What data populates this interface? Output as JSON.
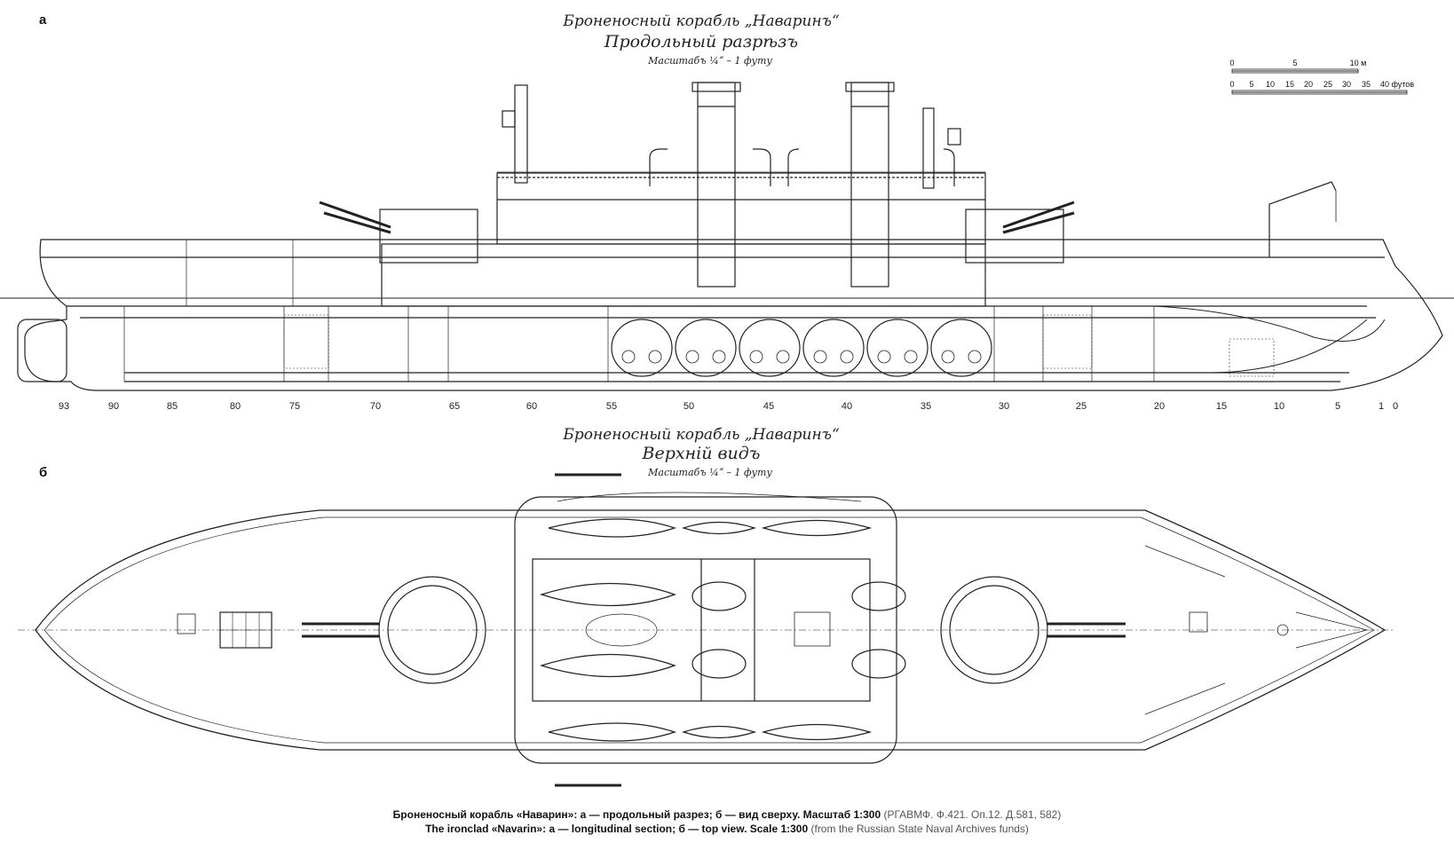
{
  "panels": {
    "a": {
      "letter": "а",
      "title_line1": "Броненосный корабль „Наваринъ“",
      "title_line2": "Продольный разрѣзъ",
      "scale_note": "Масштабъ ¼ˮ – 1 футу",
      "frame_numbers": [
        "93",
        "90",
        "85",
        "80",
        "75",
        "70",
        "65",
        "60",
        "55",
        "50",
        "45",
        "40",
        "35",
        "30",
        "25",
        "20",
        "15",
        "10",
        "5",
        "1",
        "0"
      ]
    },
    "b": {
      "letter": "б",
      "title_line1": "Броненосный корабль „Наваринъ“",
      "title_line2": "Верхній видъ",
      "scale_note": "Масштабъ ¼ˮ – 1 футу"
    }
  },
  "scale_bar": {
    "meters_labels": [
      "0",
      "5",
      "10 м"
    ],
    "feet_labels": [
      "0",
      "5",
      "10",
      "15",
      "20",
      "25",
      "30",
      "35",
      "40 футов"
    ]
  },
  "caption": {
    "ru_main": "Броненосный корабль «Наварин»: а — продольный разрез; б — вид сверху. Масштаб 1:300",
    "ru_source": "(РГАВМФ. Ф.421. Оп.12. Д.581, 582)",
    "en_main": "The ironclad «Navarin»: a — longitudinal section; б — top view. Scale 1:300",
    "en_source": "(from the Russian State Naval Archives funds)"
  }
}
